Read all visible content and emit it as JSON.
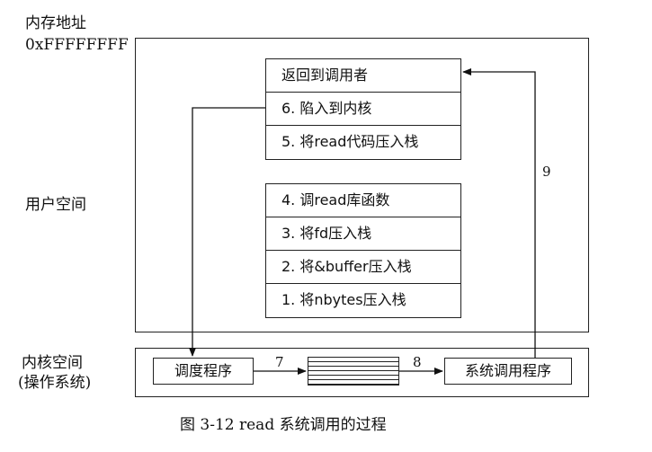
{
  "memory_address_label": "内存地址",
  "memory_address_value": "0xFFFFFFFF",
  "user_space_label": "用户空间",
  "kernel_space_label_line1": "内核空间",
  "kernel_space_label_line2": "(操作系统)",
  "upper_stack": [
    "返回到调用者",
    "6. 陷入到内核",
    "5. 将read代码压入栈"
  ],
  "lower_stack": [
    "4. 调read库函数",
    "3. 将fd压入栈",
    "2. 将&buffer压入栈",
    "1. 将nbytes压入栈"
  ],
  "dispatcher_label": "调度程序",
  "syscall_handler_label": "系统调用程序",
  "arrow_labels": {
    "seven": "7",
    "eight": "8",
    "nine": "9"
  },
  "caption": "图 3-12    read 系统调用的过程"
}
